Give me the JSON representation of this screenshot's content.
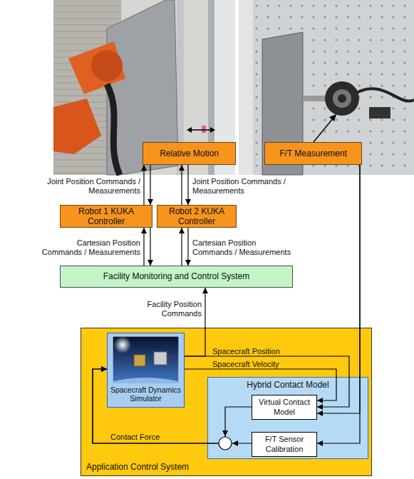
{
  "diagram": {
    "nodes": [
      {
        "text": [
          "Relative Motion"
        ]
      },
      {
        "text": [
          "F/T Measurement"
        ]
      },
      {
        "text": [
          "Robot 1 KUKA Controller"
        ]
      },
      {
        "text": [
          "Robot 2 KUKA Controller"
        ]
      },
      {
        "text": [
          "Facility Monitoring and Control System"
        ]
      },
      {
        "text": [
          "Application Control System"
        ]
      },
      {
        "text": [
          "Spacecraft Dynamics Simulator"
        ],
        "in": 5
      },
      {
        "text": [
          "Hybrid Contact Model"
        ],
        "in": 5
      },
      {
        "text": [
          "Virtual Contact Model"
        ],
        "in": 7
      },
      {
        "text": [
          "F/T Sensor Calibration"
        ],
        "in": 7
      }
    ],
    "edges": [
      {
        "from": 2,
        "to": 0,
        "arrow": "to",
        "label": "Joint Position Commands / Measurements"
      },
      {
        "from": 0,
        "to": 2,
        "arrow": "to"
      },
      {
        "from": 3,
        "to": 0,
        "arrow": "to",
        "label": "Joint Position Commands / Measurements"
      },
      {
        "from": 0,
        "to": 3,
        "arrow": "to"
      },
      {
        "from": 4,
        "to": 2,
        "arrow": "to",
        "label": "Cartesian Position Commands / Measurements"
      },
      {
        "from": 2,
        "to": 4,
        "arrow": "to"
      },
      {
        "from": 4,
        "to": 3,
        "arrow": "to",
        "label": "Cartesian Position Commands / Measurements"
      },
      {
        "from": 3,
        "to": 4,
        "arrow": "to"
      },
      {
        "from": 6,
        "to": 4,
        "arrow": "to",
        "label": "Facility Position Commands"
      },
      {
        "from": 6,
        "to": 8,
        "arrow": "to",
        "label": "Spacecraft Position"
      },
      {
        "from": 6,
        "to": 8,
        "arrow": "to",
        "label": "Spacecraft Velocity"
      },
      {
        "from": 1,
        "to": 8,
        "arrow": "to"
      },
      {
        "from": 1,
        "to": 9,
        "arrow": "to"
      },
      {
        "from": 8,
        "to": 6,
        "arrow": "to",
        "label": "Contact Force"
      },
      {
        "from": 9,
        "to": 6,
        "arrow": "to"
      }
    ]
  }
}
